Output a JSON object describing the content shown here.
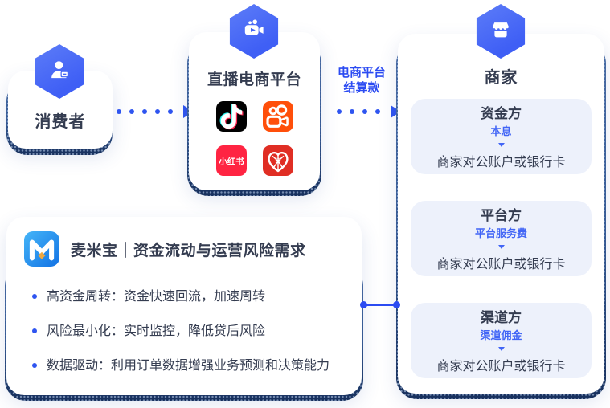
{
  "palette": {
    "primary_blue": "#4165F6",
    "arrow_blue": "#2B4BF2",
    "dark_text": "#343C50",
    "subcard_bg": "#EDF1FB",
    "band_navy": "#142C55",
    "douyin_black": "#010101",
    "douyin_cyan": "#25F4EE",
    "douyin_red": "#FE2C55",
    "kuaishou_orange": "#FF4F0A",
    "xiaohongshu_red": "#FF2442",
    "pinduoduo_red": "#E02E24",
    "logo_blue_top": "#45B5F8",
    "logo_blue_bottom": "#1272E4",
    "logo_diamond": "#F0A73F"
  },
  "consumer": {
    "label": "消费者",
    "icon": "user-icon"
  },
  "platform": {
    "title": "直播电商平台",
    "icon": "video-camera-icon",
    "apps": [
      {
        "id": "douyin",
        "icon": "douyin-icon"
      },
      {
        "id": "kuaishou",
        "icon": "kuaishou-icon"
      },
      {
        "id": "xiaohongshu",
        "icon": "xiaohongshu-icon",
        "label": "小红书"
      },
      {
        "id": "pinduoduo",
        "icon": "pinduoduo-icon",
        "label": "拼"
      }
    ]
  },
  "settlement_arrow": {
    "label_line1": "电商平台",
    "label_line2": "结算款"
  },
  "merchant": {
    "title": "商家",
    "icon": "storefront-icon",
    "groups": [
      {
        "party": "资金方",
        "fee": "本息",
        "account": "商家对公账户或银行卡"
      },
      {
        "party": "平台方",
        "fee": "平台服务费",
        "account": "商家对公账户或银行卡"
      },
      {
        "party": "渠道方",
        "fee": "渠道佣金",
        "account": "商家对公账户或银行卡"
      }
    ]
  },
  "maimibao": {
    "title": "麦米宝｜资金流动与运营风险需求",
    "bullets": [
      "高资金周转：资金快速回流，加速周转",
      "风险最小化：实时监控，降低贷后风险",
      "数据驱动：利用订单数据增强业务预测和决策能力"
    ]
  }
}
